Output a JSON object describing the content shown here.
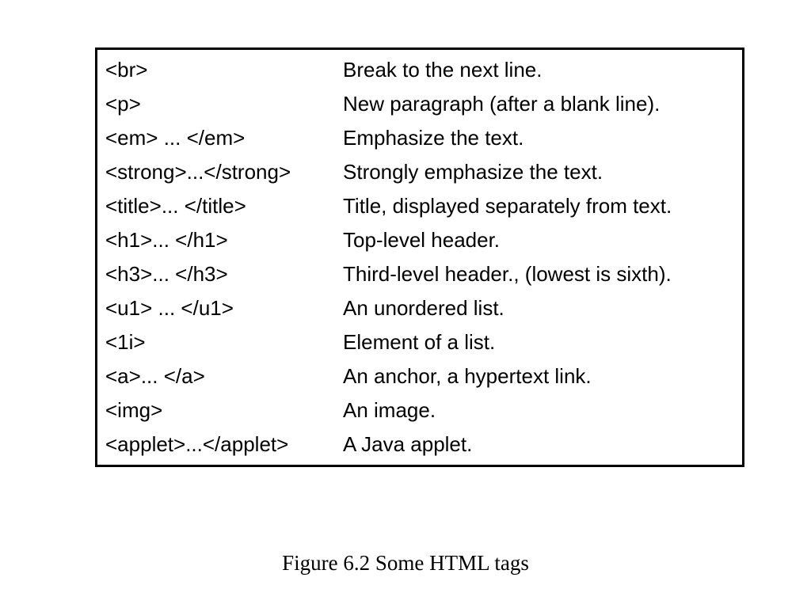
{
  "table": {
    "rows": [
      {
        "tag": "<br>",
        "description": "Break to the next line."
      },
      {
        "tag": "<p>",
        "description": "New paragraph (after a blank line)."
      },
      {
        "tag": "<em> ... </em>",
        "description": "Emphasize the text."
      },
      {
        "tag": "<strong>...</strong>",
        "description": "Strongly emphasize the text."
      },
      {
        "tag": "<title>... </title>",
        "description": "Title, displayed separately from text."
      },
      {
        "tag": "<h1>... </h1>",
        "description": "Top-level header."
      },
      {
        "tag": "<h3>... </h3>",
        "description": "Third-level header., (lowest is sixth)."
      },
      {
        "tag": "<u1> ... </u1>",
        "description": "An unordered list."
      },
      {
        "tag": "<1i>",
        "description": "Element of a list."
      },
      {
        "tag": "<a>... </a>",
        "description": "An anchor, a hypertext link."
      },
      {
        "tag": "<img>",
        "description": "An image."
      },
      {
        "tag": "<applet>...</applet>",
        "description": "A Java applet."
      }
    ]
  },
  "caption": "Figure 6.2 Some HTML tags",
  "colors": {
    "background": "#ffffff",
    "border": "#000000",
    "text": "#000000"
  }
}
